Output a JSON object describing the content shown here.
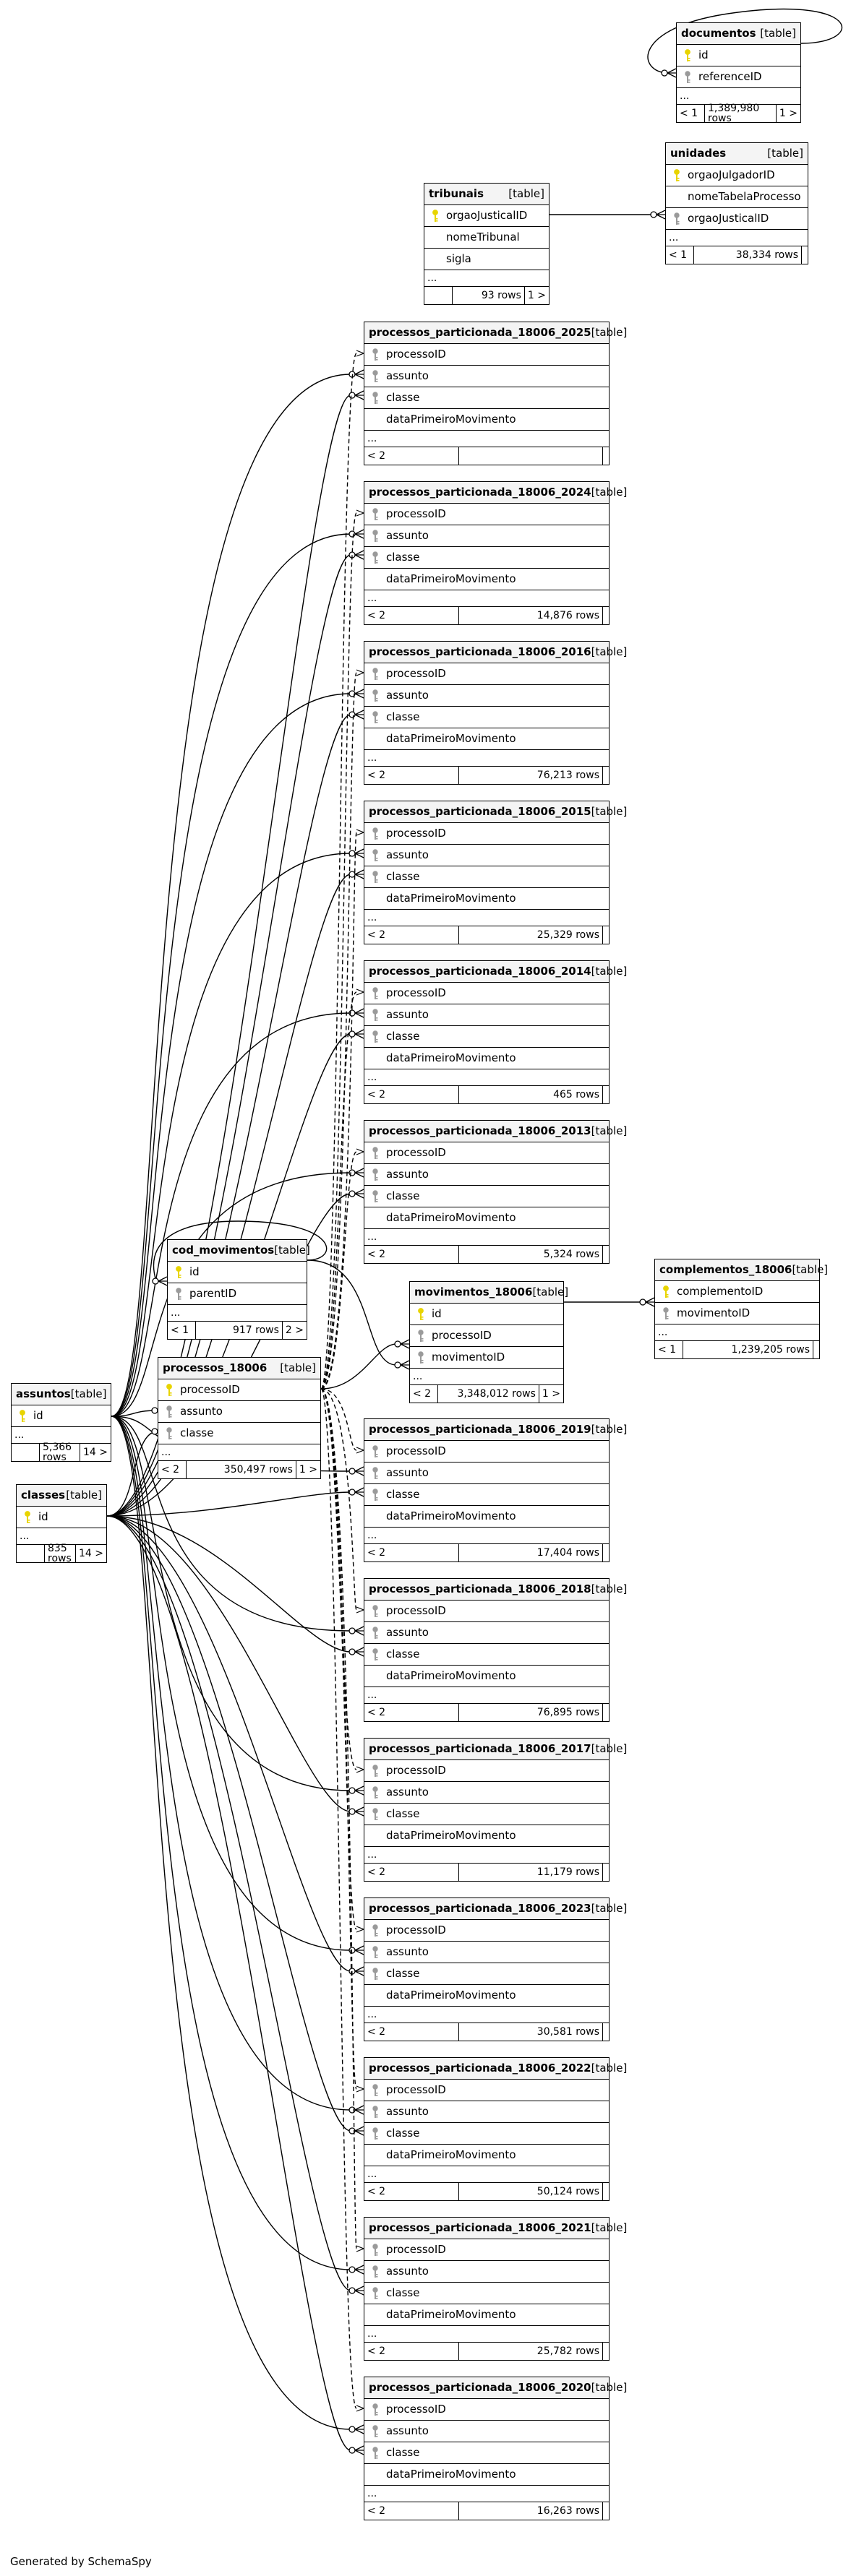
{
  "colors": {
    "primary_key": "#e8d400",
    "foreign_key": "#9a9a9a",
    "line": "#000000",
    "header_bg": "#f4f4f4"
  },
  "generated_by": "Generated by SchemaSpy",
  "tables": {
    "documentos": {
      "name": "documentos",
      "type": "[table]",
      "columns": [
        {
          "name": "id",
          "key": "pk"
        },
        {
          "name": "referenceID",
          "key": "fk"
        }
      ],
      "ellipsis": "...",
      "footer": {
        "left": "< 1",
        "rows": "1,389,980 rows",
        "right": "1 >"
      }
    },
    "unidades": {
      "name": "unidades",
      "type": "[table]",
      "columns": [
        {
          "name": "orgaoJulgadorID",
          "key": "pk"
        },
        {
          "name": "nomeTabelaProcesso",
          "key": ""
        },
        {
          "name": "orgaoJusticalID",
          "key": "fk"
        }
      ],
      "ellipsis": "...",
      "footer": {
        "left": "< 1",
        "rows": "38,334 rows",
        "right": ""
      }
    },
    "tribunais": {
      "name": "tribunais",
      "type": "[table]",
      "columns": [
        {
          "name": "orgaoJusticalID",
          "key": "pk"
        },
        {
          "name": "nomeTribunal",
          "key": ""
        },
        {
          "name": "sigla",
          "key": ""
        }
      ],
      "ellipsis": "...",
      "footer": {
        "left": "",
        "rows": "93 rows",
        "right": "1 >"
      }
    },
    "p2025": {
      "name": "processos_particionada_18006_2025",
      "type": "[table]",
      "columns": [
        {
          "name": "processoID",
          "key": "fk"
        },
        {
          "name": "assunto",
          "key": "fk"
        },
        {
          "name": "classe",
          "key": "fk"
        },
        {
          "name": "dataPrimeiroMovimento",
          "key": ""
        }
      ],
      "ellipsis": "...",
      "footer": {
        "left": "< 2",
        "rows": "",
        "right": ""
      }
    },
    "p2024": {
      "name": "processos_particionada_18006_2024",
      "type": "[table]",
      "columns": [
        {
          "name": "processoID",
          "key": "fk"
        },
        {
          "name": "assunto",
          "key": "fk"
        },
        {
          "name": "classe",
          "key": "fk"
        },
        {
          "name": "dataPrimeiroMovimento",
          "key": ""
        }
      ],
      "ellipsis": "...",
      "footer": {
        "left": "< 2",
        "rows": "14,876 rows",
        "right": ""
      }
    },
    "p2016": {
      "name": "processos_particionada_18006_2016",
      "type": "[table]",
      "columns": [
        {
          "name": "processoID",
          "key": "fk"
        },
        {
          "name": "assunto",
          "key": "fk"
        },
        {
          "name": "classe",
          "key": "fk"
        },
        {
          "name": "dataPrimeiroMovimento",
          "key": ""
        }
      ],
      "ellipsis": "...",
      "footer": {
        "left": "< 2",
        "rows": "76,213 rows",
        "right": ""
      }
    },
    "p2015": {
      "name": "processos_particionada_18006_2015",
      "type": "[table]",
      "columns": [
        {
          "name": "processoID",
          "key": "fk"
        },
        {
          "name": "assunto",
          "key": "fk"
        },
        {
          "name": "classe",
          "key": "fk"
        },
        {
          "name": "dataPrimeiroMovimento",
          "key": ""
        }
      ],
      "ellipsis": "...",
      "footer": {
        "left": "< 2",
        "rows": "25,329 rows",
        "right": ""
      }
    },
    "p2014": {
      "name": "processos_particionada_18006_2014",
      "type": "[table]",
      "columns": [
        {
          "name": "processoID",
          "key": "fk"
        },
        {
          "name": "assunto",
          "key": "fk"
        },
        {
          "name": "classe",
          "key": "fk"
        },
        {
          "name": "dataPrimeiroMovimento",
          "key": ""
        }
      ],
      "ellipsis": "...",
      "footer": {
        "left": "< 2",
        "rows": "465 rows",
        "right": ""
      }
    },
    "p2013": {
      "name": "processos_particionada_18006_2013",
      "type": "[table]",
      "columns": [
        {
          "name": "processoID",
          "key": "fk"
        },
        {
          "name": "assunto",
          "key": "fk"
        },
        {
          "name": "classe",
          "key": "fk"
        },
        {
          "name": "dataPrimeiroMovimento",
          "key": ""
        }
      ],
      "ellipsis": "...",
      "footer": {
        "left": "< 2",
        "rows": "5,324 rows",
        "right": ""
      }
    },
    "cod_movimentos": {
      "name": "cod_movimentos",
      "type": "[table]",
      "columns": [
        {
          "name": "id",
          "key": "pk"
        },
        {
          "name": "parentID",
          "key": "fk"
        }
      ],
      "ellipsis": "...",
      "footer": {
        "left": "< 1",
        "rows": "917 rows",
        "right": "2 >"
      }
    },
    "movimentos": {
      "name": "movimentos_18006",
      "type": "[table]",
      "columns": [
        {
          "name": "id",
          "key": "pk"
        },
        {
          "name": "processoID",
          "key": "fk"
        },
        {
          "name": "movimentoID",
          "key": "fk"
        }
      ],
      "ellipsis": "...",
      "footer": {
        "left": "< 2",
        "rows": "3,348,012 rows",
        "right": "1 >"
      }
    },
    "complementos": {
      "name": "complementos_18006",
      "type": "[table]",
      "columns": [
        {
          "name": "complementoID",
          "key": "pk"
        },
        {
          "name": "movimentoID",
          "key": "fk"
        }
      ],
      "ellipsis": "...",
      "footer": {
        "left": "< 1",
        "rows": "1,239,205 rows",
        "right": ""
      }
    },
    "processos": {
      "name": "processos_18006",
      "type": "[table]",
      "columns": [
        {
          "name": "processoID",
          "key": "pk"
        },
        {
          "name": "assunto",
          "key": "fk"
        },
        {
          "name": "classe",
          "key": "fk"
        }
      ],
      "ellipsis": "...",
      "footer": {
        "left": "< 2",
        "rows": "350,497 rows",
        "right": "1 >"
      }
    },
    "assuntos": {
      "name": "assuntos",
      "type": "[table]",
      "columns": [
        {
          "name": "id",
          "key": "pk"
        }
      ],
      "ellipsis": "...",
      "footer": {
        "left": "",
        "rows": "5,366 rows",
        "right": "14 >"
      }
    },
    "classes": {
      "name": "classes",
      "type": "[table]",
      "columns": [
        {
          "name": "id",
          "key": "pk"
        }
      ],
      "ellipsis": "...",
      "footer": {
        "left": "",
        "rows": "835 rows",
        "right": "14 >"
      }
    },
    "p2019": {
      "name": "processos_particionada_18006_2019",
      "type": "[table]",
      "columns": [
        {
          "name": "processoID",
          "key": "fk"
        },
        {
          "name": "assunto",
          "key": "fk"
        },
        {
          "name": "classe",
          "key": "fk"
        },
        {
          "name": "dataPrimeiroMovimento",
          "key": ""
        }
      ],
      "ellipsis": "...",
      "footer": {
        "left": "< 2",
        "rows": "17,404 rows",
        "right": ""
      }
    },
    "p2018": {
      "name": "processos_particionada_18006_2018",
      "type": "[table]",
      "columns": [
        {
          "name": "processoID",
          "key": "fk"
        },
        {
          "name": "assunto",
          "key": "fk"
        },
        {
          "name": "classe",
          "key": "fk"
        },
        {
          "name": "dataPrimeiroMovimento",
          "key": ""
        }
      ],
      "ellipsis": "...",
      "footer": {
        "left": "< 2",
        "rows": "76,895 rows",
        "right": ""
      }
    },
    "p2017": {
      "name": "processos_particionada_18006_2017",
      "type": "[table]",
      "columns": [
        {
          "name": "processoID",
          "key": "fk"
        },
        {
          "name": "assunto",
          "key": "fk"
        },
        {
          "name": "classe",
          "key": "fk"
        },
        {
          "name": "dataPrimeiroMovimento",
          "key": ""
        }
      ],
      "ellipsis": "...",
      "footer": {
        "left": "< 2",
        "rows": "11,179 rows",
        "right": ""
      }
    },
    "p2023": {
      "name": "processos_particionada_18006_2023",
      "type": "[table]",
      "columns": [
        {
          "name": "processoID",
          "key": "fk"
        },
        {
          "name": "assunto",
          "key": "fk"
        },
        {
          "name": "classe",
          "key": "fk"
        },
        {
          "name": "dataPrimeiroMovimento",
          "key": ""
        }
      ],
      "ellipsis": "...",
      "footer": {
        "left": "< 2",
        "rows": "30,581 rows",
        "right": ""
      }
    },
    "p2022": {
      "name": "processos_particionada_18006_2022",
      "type": "[table]",
      "columns": [
        {
          "name": "processoID",
          "key": "fk"
        },
        {
          "name": "assunto",
          "key": "fk"
        },
        {
          "name": "classe",
          "key": "fk"
        },
        {
          "name": "dataPrimeiroMovimento",
          "key": ""
        }
      ],
      "ellipsis": "...",
      "footer": {
        "left": "< 2",
        "rows": "50,124 rows",
        "right": ""
      }
    },
    "p2021": {
      "name": "processos_particionada_18006_2021",
      "type": "[table]",
      "columns": [
        {
          "name": "processoID",
          "key": "fk"
        },
        {
          "name": "assunto",
          "key": "fk"
        },
        {
          "name": "classe",
          "key": "fk"
        },
        {
          "name": "dataPrimeiroMovimento",
          "key": ""
        }
      ],
      "ellipsis": "...",
      "footer": {
        "left": "< 2",
        "rows": "25,782 rows",
        "right": ""
      }
    },
    "p2020": {
      "name": "processos_particionada_18006_2020",
      "type": "[table]",
      "columns": [
        {
          "name": "processoID",
          "key": "fk"
        },
        {
          "name": "assunto",
          "key": "fk"
        },
        {
          "name": "classe",
          "key": "fk"
        },
        {
          "name": "dataPrimeiroMovimento",
          "key": ""
        }
      ],
      "ellipsis": "...",
      "footer": {
        "left": "< 2",
        "rows": "16,263 rows",
        "right": ""
      }
    }
  },
  "relationships": [
    {
      "from": "documentos.referenceID",
      "to": "documentos.id"
    },
    {
      "from": "unidades.orgaoJusticalID",
      "to": "tribunais.orgaoJusticalID"
    },
    {
      "from": "cod_movimentos.parentID",
      "to": "cod_movimentos.id"
    },
    {
      "from": "movimentos_18006.processoID",
      "to": "processos_18006.processoID"
    },
    {
      "from": "movimentos_18006.movimentoID",
      "to": "cod_movimentos.id"
    },
    {
      "from": "complementos_18006.movimentoID",
      "to": "movimentos_18006.id"
    },
    {
      "from": "processos_18006.assunto",
      "to": "assuntos.id"
    },
    {
      "from": "processos_18006.classe",
      "to": "classes.id"
    },
    {
      "from": "processos_particionada_18006_*.processoID",
      "to": "processos_18006.processoID",
      "style": "dashed"
    },
    {
      "from": "processos_particionada_18006_*.assunto",
      "to": "assuntos.id"
    },
    {
      "from": "processos_particionada_18006_*.classe",
      "to": "classes.id"
    }
  ]
}
